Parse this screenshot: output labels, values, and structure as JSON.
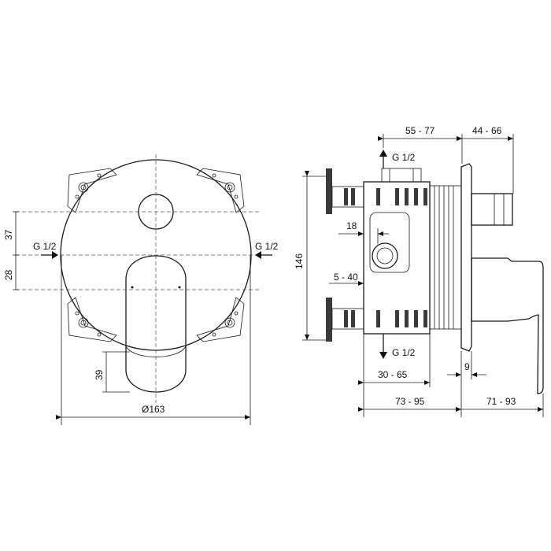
{
  "front_view": {
    "inlet_left_label": "G 1/2",
    "inlet_right_label": "G 1/2",
    "dim_37": "37",
    "dim_28": "28",
    "dim_39": "39",
    "dim_diameter": "Ø163"
  },
  "side_view": {
    "outlet_top_label": "G 1/2",
    "outlet_bottom_label": "G 1/2",
    "dim_55_77": "55 - 77",
    "dim_44_66": "44 - 66",
    "dim_146": "146",
    "dim_18": "18",
    "dim_5_40": "5 - 40",
    "dim_30_65": "30 - 65",
    "dim_9": "9",
    "dim_73_95": "73 - 95",
    "dim_71_93": "71 - 93"
  }
}
